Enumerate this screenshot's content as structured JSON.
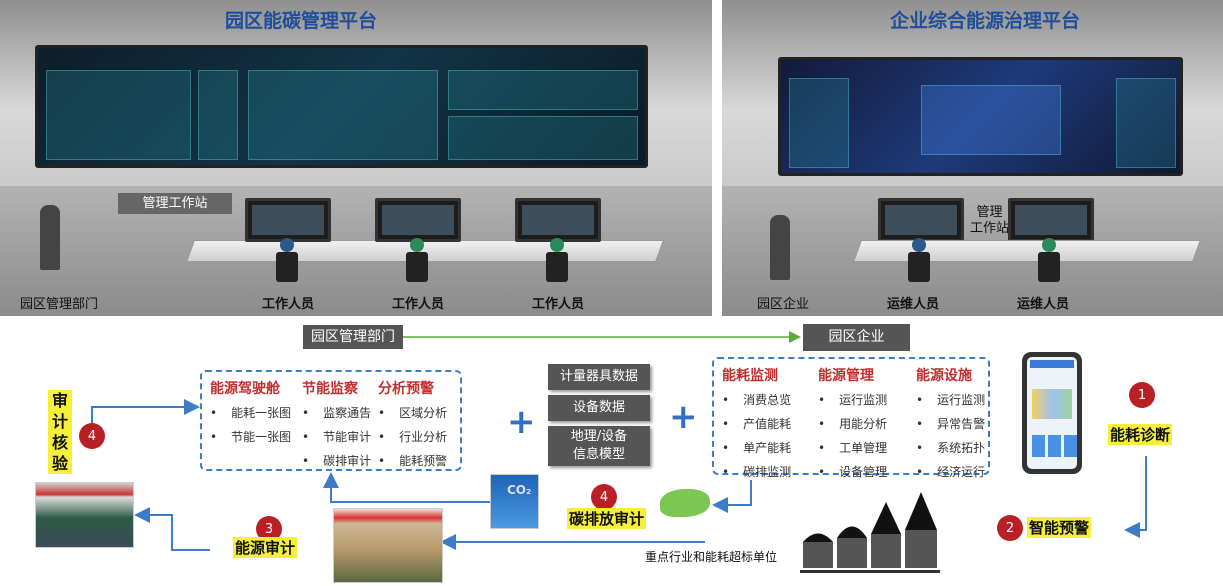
{
  "left_room": {
    "title": "园区能碳管理平台",
    "workstation": "管理工作站",
    "department": "园区管理部门",
    "staff": [
      "工作人员",
      "工作人员",
      "工作人员"
    ]
  },
  "right_room": {
    "title": "企业综合能源治理平台",
    "workstation": "管理\n工作站",
    "enterprise": "园区企业",
    "staff": [
      "运维人员",
      "运维人员"
    ]
  },
  "flow": {
    "from_label": "园区管理部门",
    "to_label": "园区企业"
  },
  "management_box": {
    "columns": [
      {
        "heading": "能源驾驶舱",
        "items": [
          "能耗一张图",
          "节能一张图"
        ]
      },
      {
        "heading": "节能监察",
        "items": [
          "监察通告",
          "节能审计",
          "碳排审计"
        ]
      },
      {
        "heading": "分析预警",
        "items": [
          "区域分析",
          "行业分析",
          "能耗预警"
        ]
      }
    ]
  },
  "data_sources": [
    "计量器具数据",
    "设备数据",
    "地理/设备\n信息模型"
  ],
  "enterprise_box": {
    "columns": [
      {
        "heading": "能耗监测",
        "items": [
          "消费总览",
          "产值能耗",
          "单产能耗",
          "碳排监测"
        ]
      },
      {
        "heading": "能源管理",
        "items": [
          "运行监测",
          "用能分析",
          "工单管理",
          "设备管理"
        ]
      },
      {
        "heading": "能源设施",
        "items": [
          "运行监测",
          "异常告警",
          "系统拓扑",
          "经济运行"
        ]
      }
    ]
  },
  "steps": [
    {
      "num": "1",
      "label": "能耗诊断"
    },
    {
      "num": "2",
      "label": "智能预警"
    },
    {
      "num": "3",
      "label": "能源审计"
    },
    {
      "num": "4",
      "label": "碳排放审计"
    },
    {
      "num": "4",
      "label": "审计核验"
    }
  ],
  "key_units": "重点行业和能耗超标单位",
  "plus_sign": "+",
  "colors": {
    "accent_blue": "#3d7cc9",
    "heading_red": "#c62d2d",
    "highlight": "#f5ef3a",
    "badge": "#b82026",
    "flow_green": "#5aaa3c"
  }
}
